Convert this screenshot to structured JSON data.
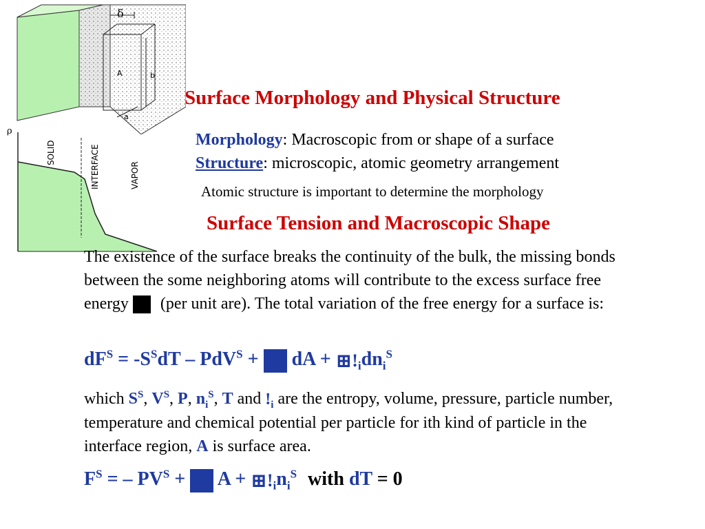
{
  "figures": {
    "block_labels": {
      "delta": "δ",
      "A": "A",
      "b": "b",
      "a": "a"
    },
    "graph_labels": {
      "rho": "ρ",
      "solid": "SOLID",
      "interface": "INTERFACE",
      "vapor": "VAPOR"
    }
  },
  "title1": "Surface Morphology and Physical Structure",
  "morphology": {
    "term": "Morphology",
    "text": ": Macroscopic from or shape of a surface"
  },
  "structure": {
    "term": "Structure",
    "text": ": microscopic, atomic geometry arrangement"
  },
  "note": "Atomic structure is important to determine the morphology",
  "title2": "Surface Tension and Macroscopic Shape",
  "paragraph1": {
    "part1": "The existence of the surface breaks the continuity of the bulk, the missing bonds between the some neighboring atoms will contribute to the excess surface free energy ",
    "part2": "(per unit are). The total variation of the free energy for a surface is:"
  },
  "equation1": {
    "dF": "dF",
    "S1": "S",
    "eqS": " = -S",
    "S2": "S",
    "dTPdV": "dT – PdV",
    "S3": "S",
    "plus1": " + ",
    "dA": " dA + ",
    "i": "i",
    "dn": "dn",
    "sub_i": "i",
    "S4": "S"
  },
  "paragraph2": {
    "which": "which ",
    "S": "S",
    "Ssup": "S",
    "c1": ", ",
    "V": "V",
    "Vsup": "S",
    "c2": ", ",
    "P": "P",
    "c3": ", ",
    "n": "n",
    "nsub": "i",
    "nsup": "S",
    "c4": ",  ",
    "T": "T",
    "and": " and ",
    "i": "i",
    "rest1": " are the entropy, volume, pressure, particle number, temperature and chemical potential per particle for ith kind of particle in the interface region, ",
    "A": "A",
    "rest2": " is surface area."
  },
  "equation2": {
    "F": "F",
    "S1": "S",
    "eq": " =  – PV",
    "S2": "S",
    "plus": " + ",
    "A": " A + ",
    "i": "i",
    "n": "n",
    "nsub": "i",
    "S3": "S",
    "with": "with ",
    "dT": "dT",
    "zero": " = 0"
  },
  "colors": {
    "red": "#cc0000",
    "blue": "#1f3aa0",
    "green": "#b8f0b0"
  }
}
